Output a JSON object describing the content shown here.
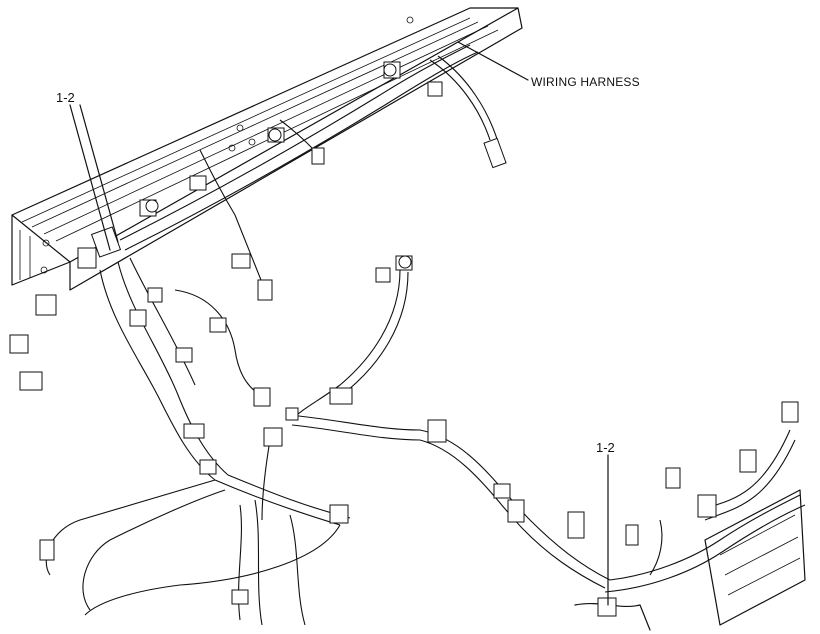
{
  "callouts": {
    "wiring_harness": "WIRING HARNESS",
    "part_ref_upper": "1-2",
    "part_ref_lower": "1-2"
  }
}
